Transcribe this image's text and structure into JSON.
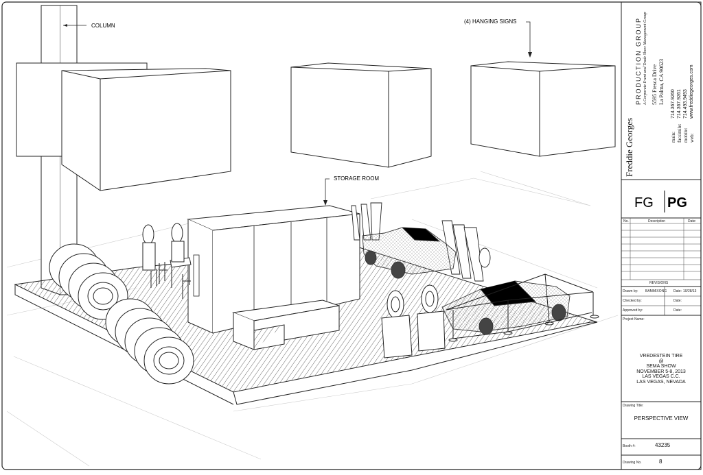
{
  "drawing": {
    "callouts": {
      "column": "COLUMN",
      "hanging_signs": "(4) HANGING SIGNS",
      "storage_room": "STORAGE ROOM"
    }
  },
  "title_block": {
    "company_name": "Freddie Georges",
    "company_group": "PRODUCTION GROUP",
    "tagline": "A Corporate Event and Trade Show Management Group",
    "address_line1": "5595 Fresca Drive",
    "address_line2": "La Palma, CA 90623",
    "contacts": [
      {
        "label": "main:",
        "value": "714.367.9260"
      },
      {
        "label": "facsimile:",
        "value": "714.367.9261"
      },
      {
        "label": "mobile:",
        "value": "714.493.9493"
      },
      {
        "label": "web:",
        "value": "www.freddiegeorges.com"
      }
    ],
    "logo_left": "FG",
    "logo_right": "PG",
    "revisions": {
      "col_no": "No.",
      "col_description": "Description",
      "col_date": "Date:",
      "label": "REVISIONS"
    },
    "drawn_by_label": "Drawn by:",
    "drawn_by_value": "BAMMIXONG",
    "drawn_date_label": "Date:",
    "drawn_date_value": "10/28/13",
    "checked_by_label": "Checked by:",
    "checked_date_label": "Date:",
    "approved_by_label": "Approved by:",
    "approved_date_label": "Date:",
    "project_name_label": "Project Name:",
    "project_lines": [
      "VREDESTEIN TIRE",
      "@",
      "SEMA SHOW",
      "NOVEMBER 5-8, 2013",
      "LAS VEGAS C.C.",
      "LAS VEGAS, NEVADA"
    ],
    "drawing_title_label": "Drawing Title:",
    "drawing_title_value": "PERSPECTIVE VIEW",
    "booth_label": "Booth #:",
    "booth_value": "43235",
    "drawing_no_label": "Drawing No.",
    "drawing_no_value": "8"
  }
}
